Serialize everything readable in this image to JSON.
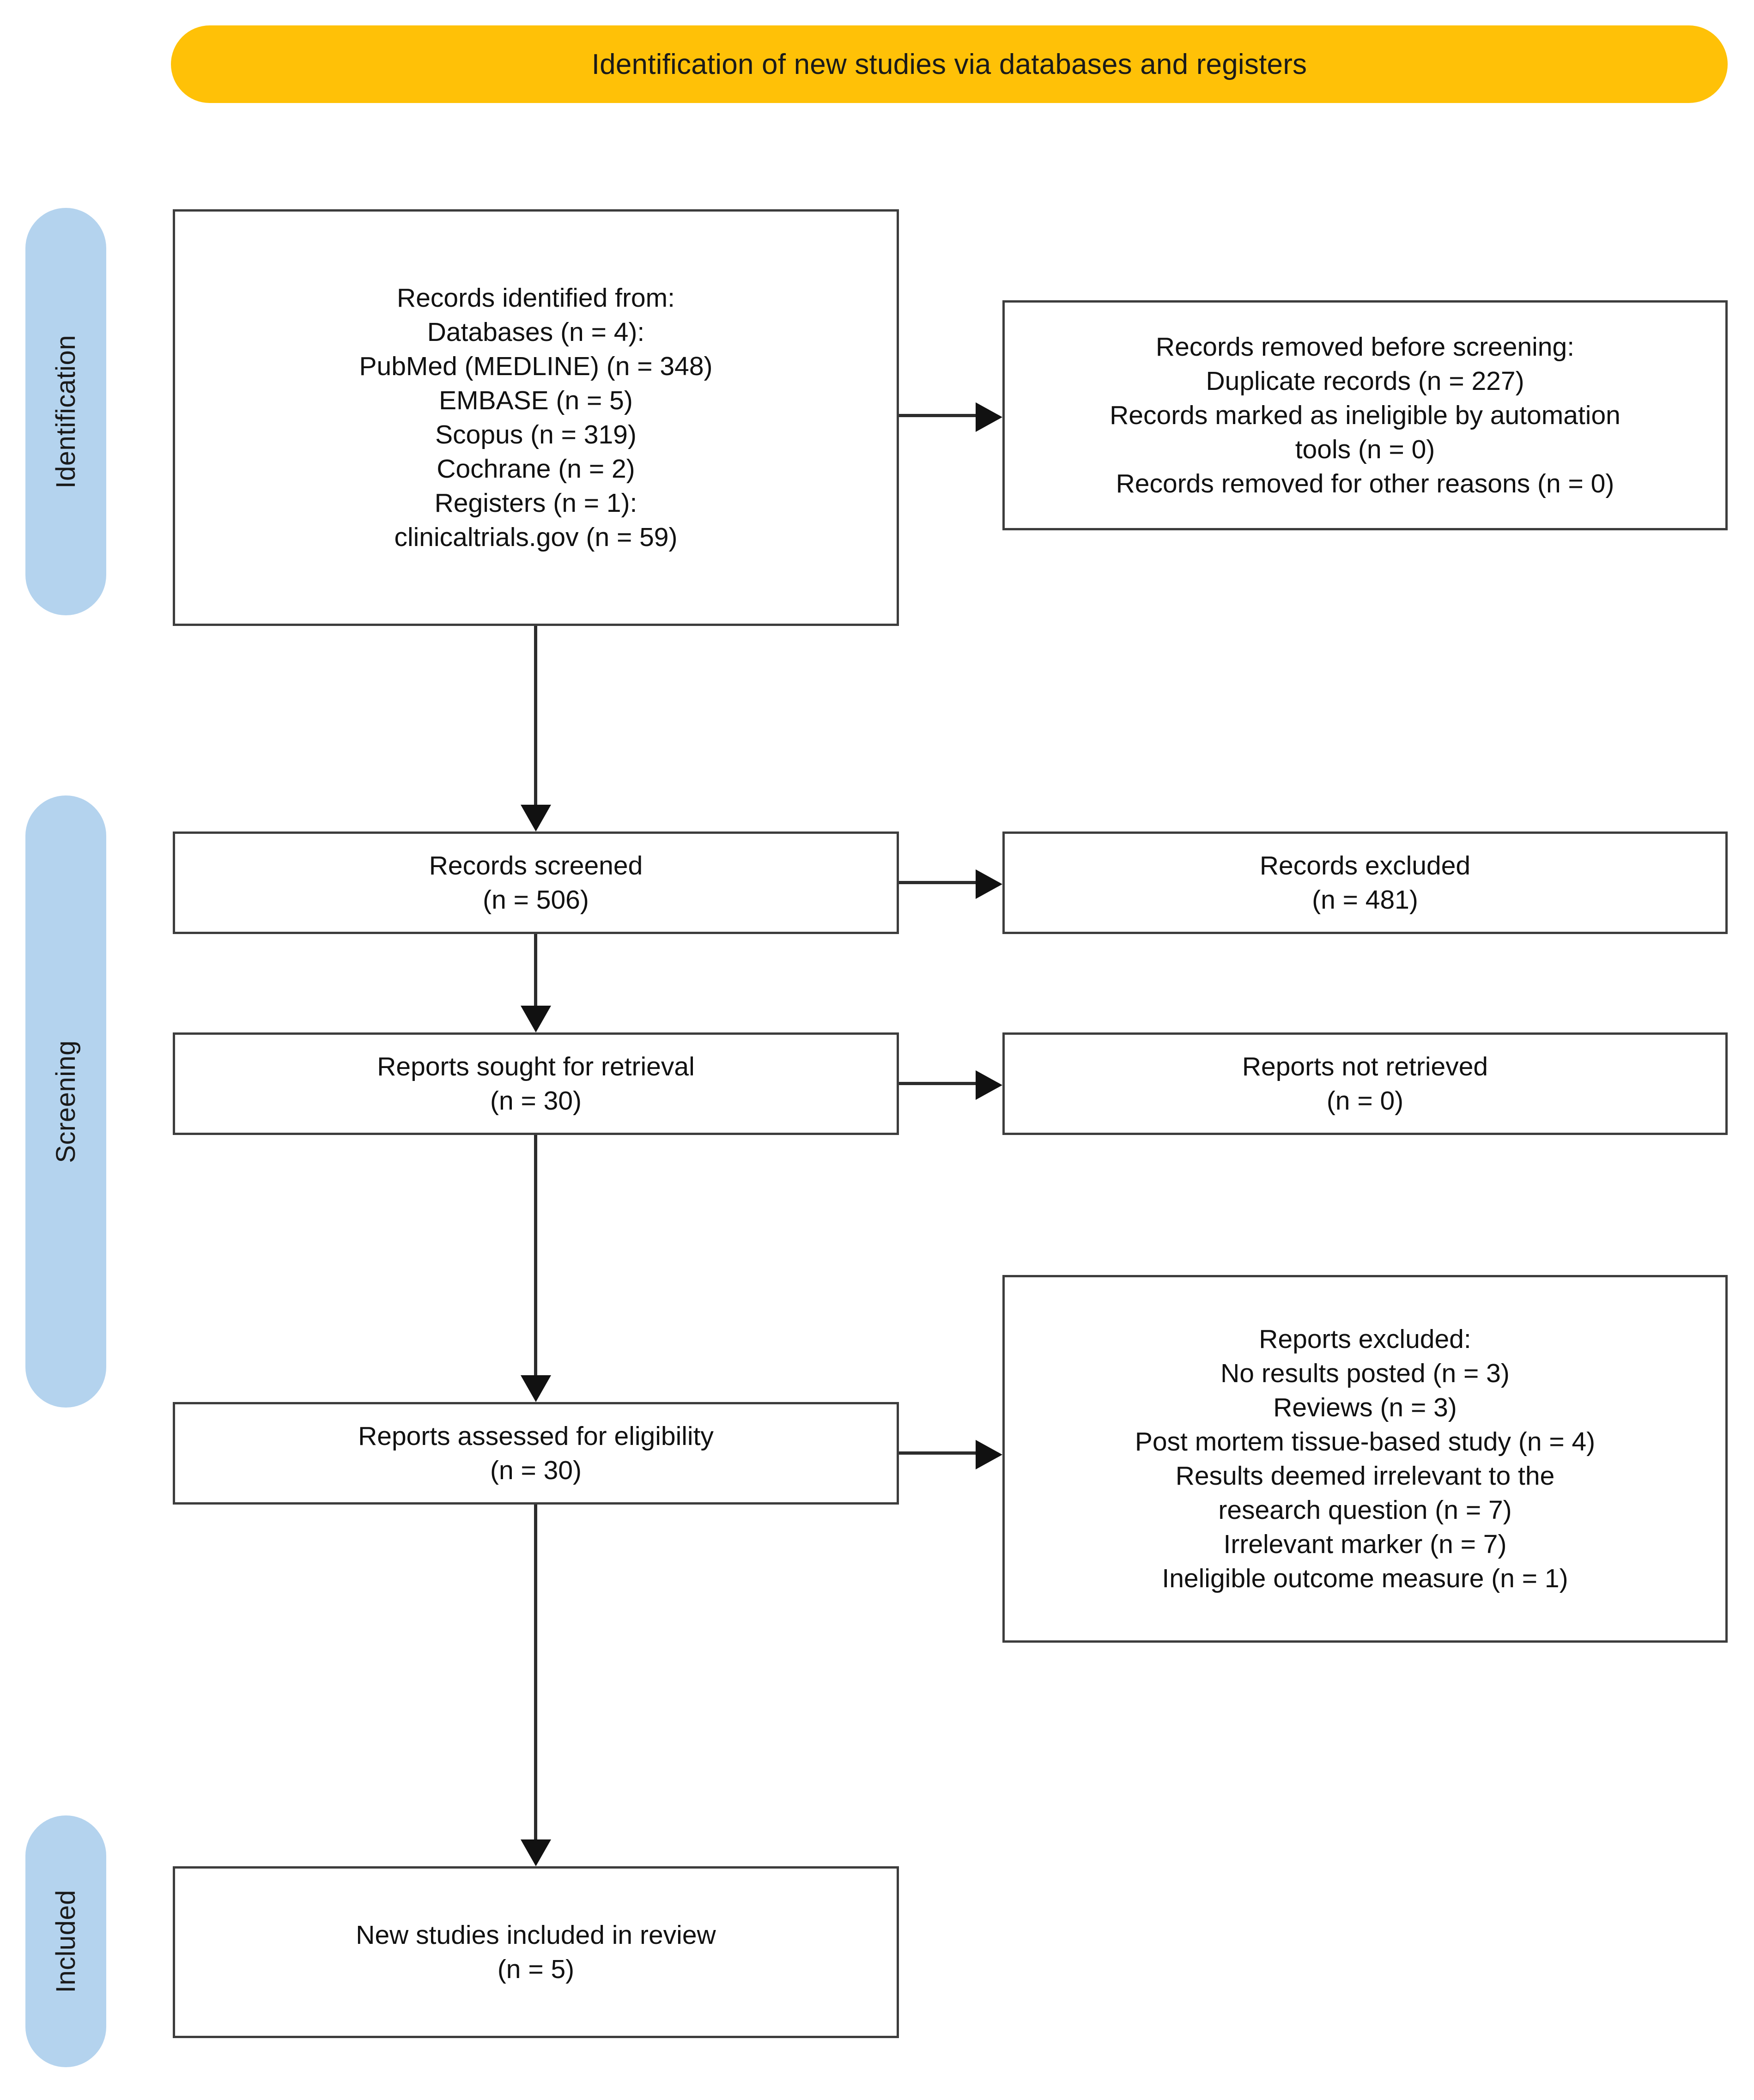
{
  "banner": {
    "title": "Identification of new studies via databases and registers",
    "color": "#FFC107"
  },
  "phases": {
    "color": "#B4D3EE",
    "identification": "Identification",
    "screening": "Screening",
    "included": "Included"
  },
  "boxes": {
    "identified": {
      "lines": [
        "Records identified from:",
        "Databases (n = 4):",
        "PubMed (MEDLINE) (n = 348)",
        "EMBASE (n = 5)",
        "Scopus (n = 319)",
        "Cochrane (n = 2)",
        "Registers (n = 1):",
        "clinicaltrials.gov (n = 59)"
      ]
    },
    "removed": {
      "lines": [
        "Records removed before screening:",
        "Duplicate records (n = 227)",
        "Records marked as ineligible by automation",
        "tools (n = 0)",
        "Records removed for other reasons (n = 0)"
      ]
    },
    "screened": {
      "lines": [
        "Records screened",
        "(n = 506)"
      ]
    },
    "records_excluded": {
      "lines": [
        "Records excluded",
        "(n = 481)"
      ]
    },
    "sought": {
      "lines": [
        "Reports sought for retrieval",
        "(n = 30)"
      ]
    },
    "not_retrieved": {
      "lines": [
        "Reports not retrieved",
        "(n = 0)"
      ]
    },
    "assessed": {
      "lines": [
        "Reports assessed for eligibility",
        "(n = 30)"
      ]
    },
    "reports_excluded": {
      "lines": [
        "Reports excluded:",
        "No results posted (n = 3)",
        "Reviews (n = 3)",
        "Post mortem tissue-based study (n = 4)",
        "Results deemed irrelevant to the",
        "research question (n = 7)",
        "Irrelevant marker (n = 7)",
        "Ineligible outcome measure (n = 1)"
      ]
    },
    "included": {
      "lines": [
        "New studies included in review",
        "(n = 5)"
      ]
    }
  },
  "chart_data": {
    "type": "diagram",
    "title": "Identification of new studies via databases and registers",
    "nodes": [
      {
        "id": "identified",
        "phase": "Identification",
        "label": "Records identified from",
        "values": {
          "databases": 4,
          "PubMed (MEDLINE)": 348,
          "EMBASE": 5,
          "Scopus": 319,
          "Cochrane": 2,
          "registers": 1,
          "clinicaltrials.gov": 59
        }
      },
      {
        "id": "removed",
        "phase": "Identification",
        "label": "Records removed before screening",
        "values": {
          "Duplicate records": 227,
          "Records marked as ineligible by automation tools": 0,
          "Records removed for other reasons": 0
        }
      },
      {
        "id": "screened",
        "phase": "Screening",
        "label": "Records screened",
        "n": 506
      },
      {
        "id": "records_excluded",
        "phase": "Screening",
        "label": "Records excluded",
        "n": 481
      },
      {
        "id": "sought",
        "phase": "Screening",
        "label": "Reports sought for retrieval",
        "n": 30
      },
      {
        "id": "not_retrieved",
        "phase": "Screening",
        "label": "Reports not retrieved",
        "n": 0
      },
      {
        "id": "assessed",
        "phase": "Screening",
        "label": "Reports assessed for eligibility",
        "n": 30
      },
      {
        "id": "reports_excluded",
        "phase": "Screening",
        "label": "Reports excluded",
        "values": {
          "No results posted": 3,
          "Reviews": 3,
          "Post mortem tissue-based study": 4,
          "Results deemed irrelevant to the research question": 7,
          "Irrelevant marker": 7,
          "Ineligible outcome measure": 1
        }
      },
      {
        "id": "included",
        "phase": "Included",
        "label": "New studies included in review",
        "n": 5
      }
    ],
    "edges": [
      {
        "from": "identified",
        "to": "removed",
        "direction": "right"
      },
      {
        "from": "identified",
        "to": "screened",
        "direction": "down"
      },
      {
        "from": "screened",
        "to": "records_excluded",
        "direction": "right"
      },
      {
        "from": "screened",
        "to": "sought",
        "direction": "down"
      },
      {
        "from": "sought",
        "to": "not_retrieved",
        "direction": "right"
      },
      {
        "from": "sought",
        "to": "assessed",
        "direction": "down"
      },
      {
        "from": "assessed",
        "to": "reports_excluded",
        "direction": "right"
      },
      {
        "from": "assessed",
        "to": "included",
        "direction": "down"
      }
    ]
  }
}
